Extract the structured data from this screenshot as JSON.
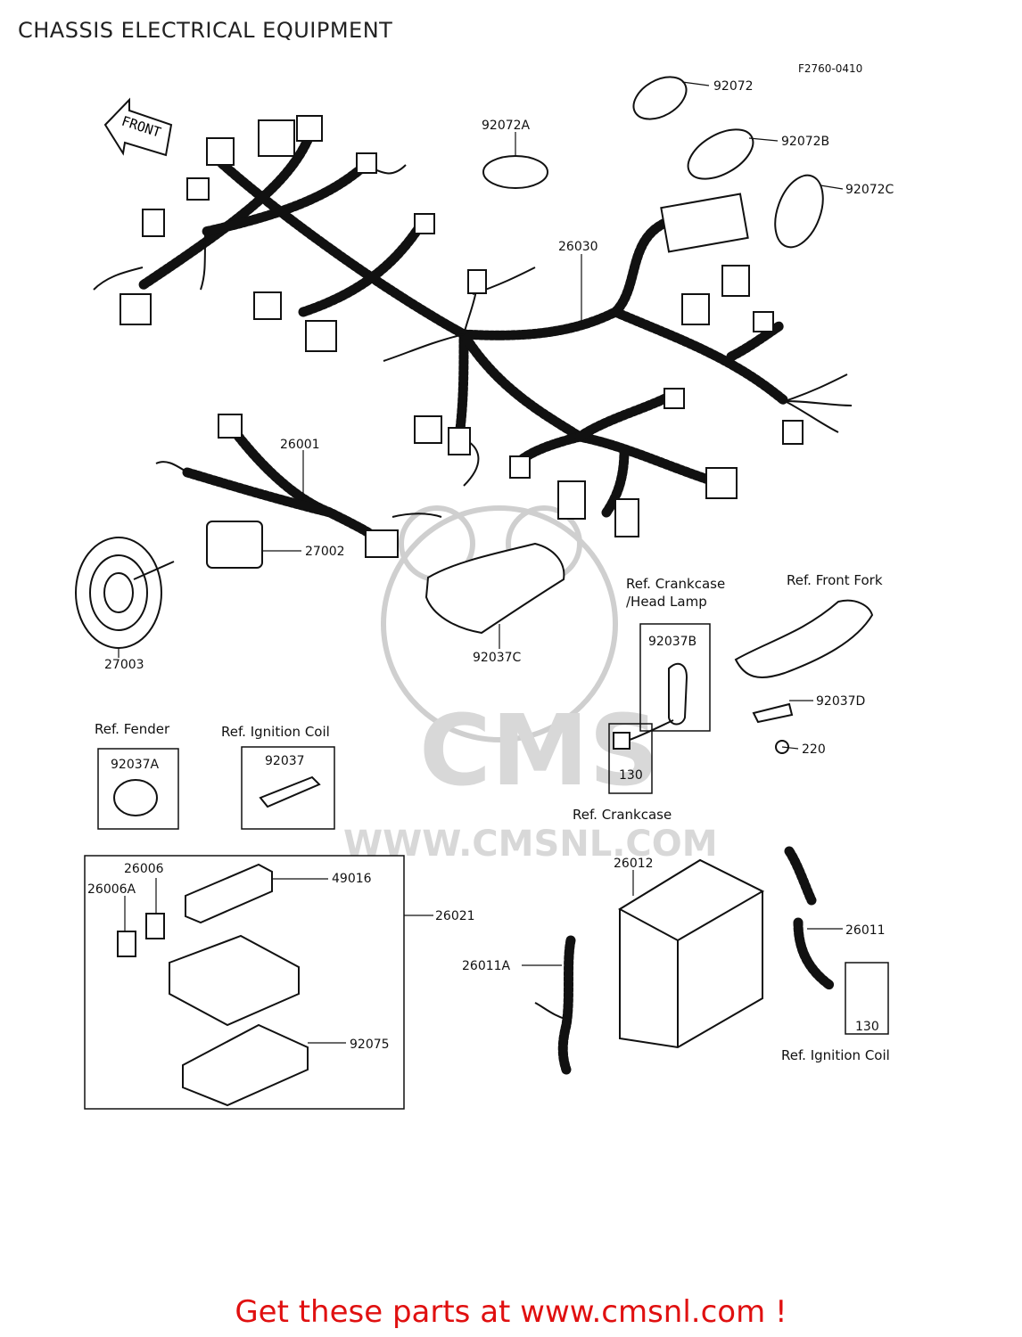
{
  "page": {
    "title": "CHASSIS ELECTRICAL EQUIPMENT",
    "figure_code": "F2760-0410",
    "footer": "Get these parts at www.cmsnl.com !",
    "footer_color": "#e01010"
  },
  "arrow": {
    "label": "FRONT"
  },
  "watermark": {
    "logo": "CMS",
    "url": "WWW.CMSNL.COM"
  },
  "parts": {
    "p92072": "92072",
    "p92072A": "92072A",
    "p92072B": "92072B",
    "p92072C": "92072C",
    "p26030": "26030",
    "p26001": "26001",
    "p27002": "27002",
    "p27003": "27003",
    "p92037C": "92037C",
    "p92037B": "92037B",
    "p92037D": "92037D",
    "p220": "220",
    "p130a": "130",
    "p92037A": "92037A",
    "p92037": "92037",
    "p26006": "26006",
    "p26006A": "26006A",
    "p49016": "49016",
    "p26021": "26021",
    "p92075": "92075",
    "p26012": "26012",
    "p26011": "26011",
    "p26011A": "26011A",
    "p130b": "130"
  },
  "refs": {
    "crankcase_head_1": "Ref. Crankcase",
    "crankcase_head_2": "/Head Lamp",
    "front_fork": "Ref. Front Fork",
    "fender": "Ref. Fender",
    "ignition_coil_a": "Ref. Ignition Coil",
    "crankcase": "Ref. Crankcase",
    "ignition_coil_b": "Ref. Ignition Coil"
  }
}
